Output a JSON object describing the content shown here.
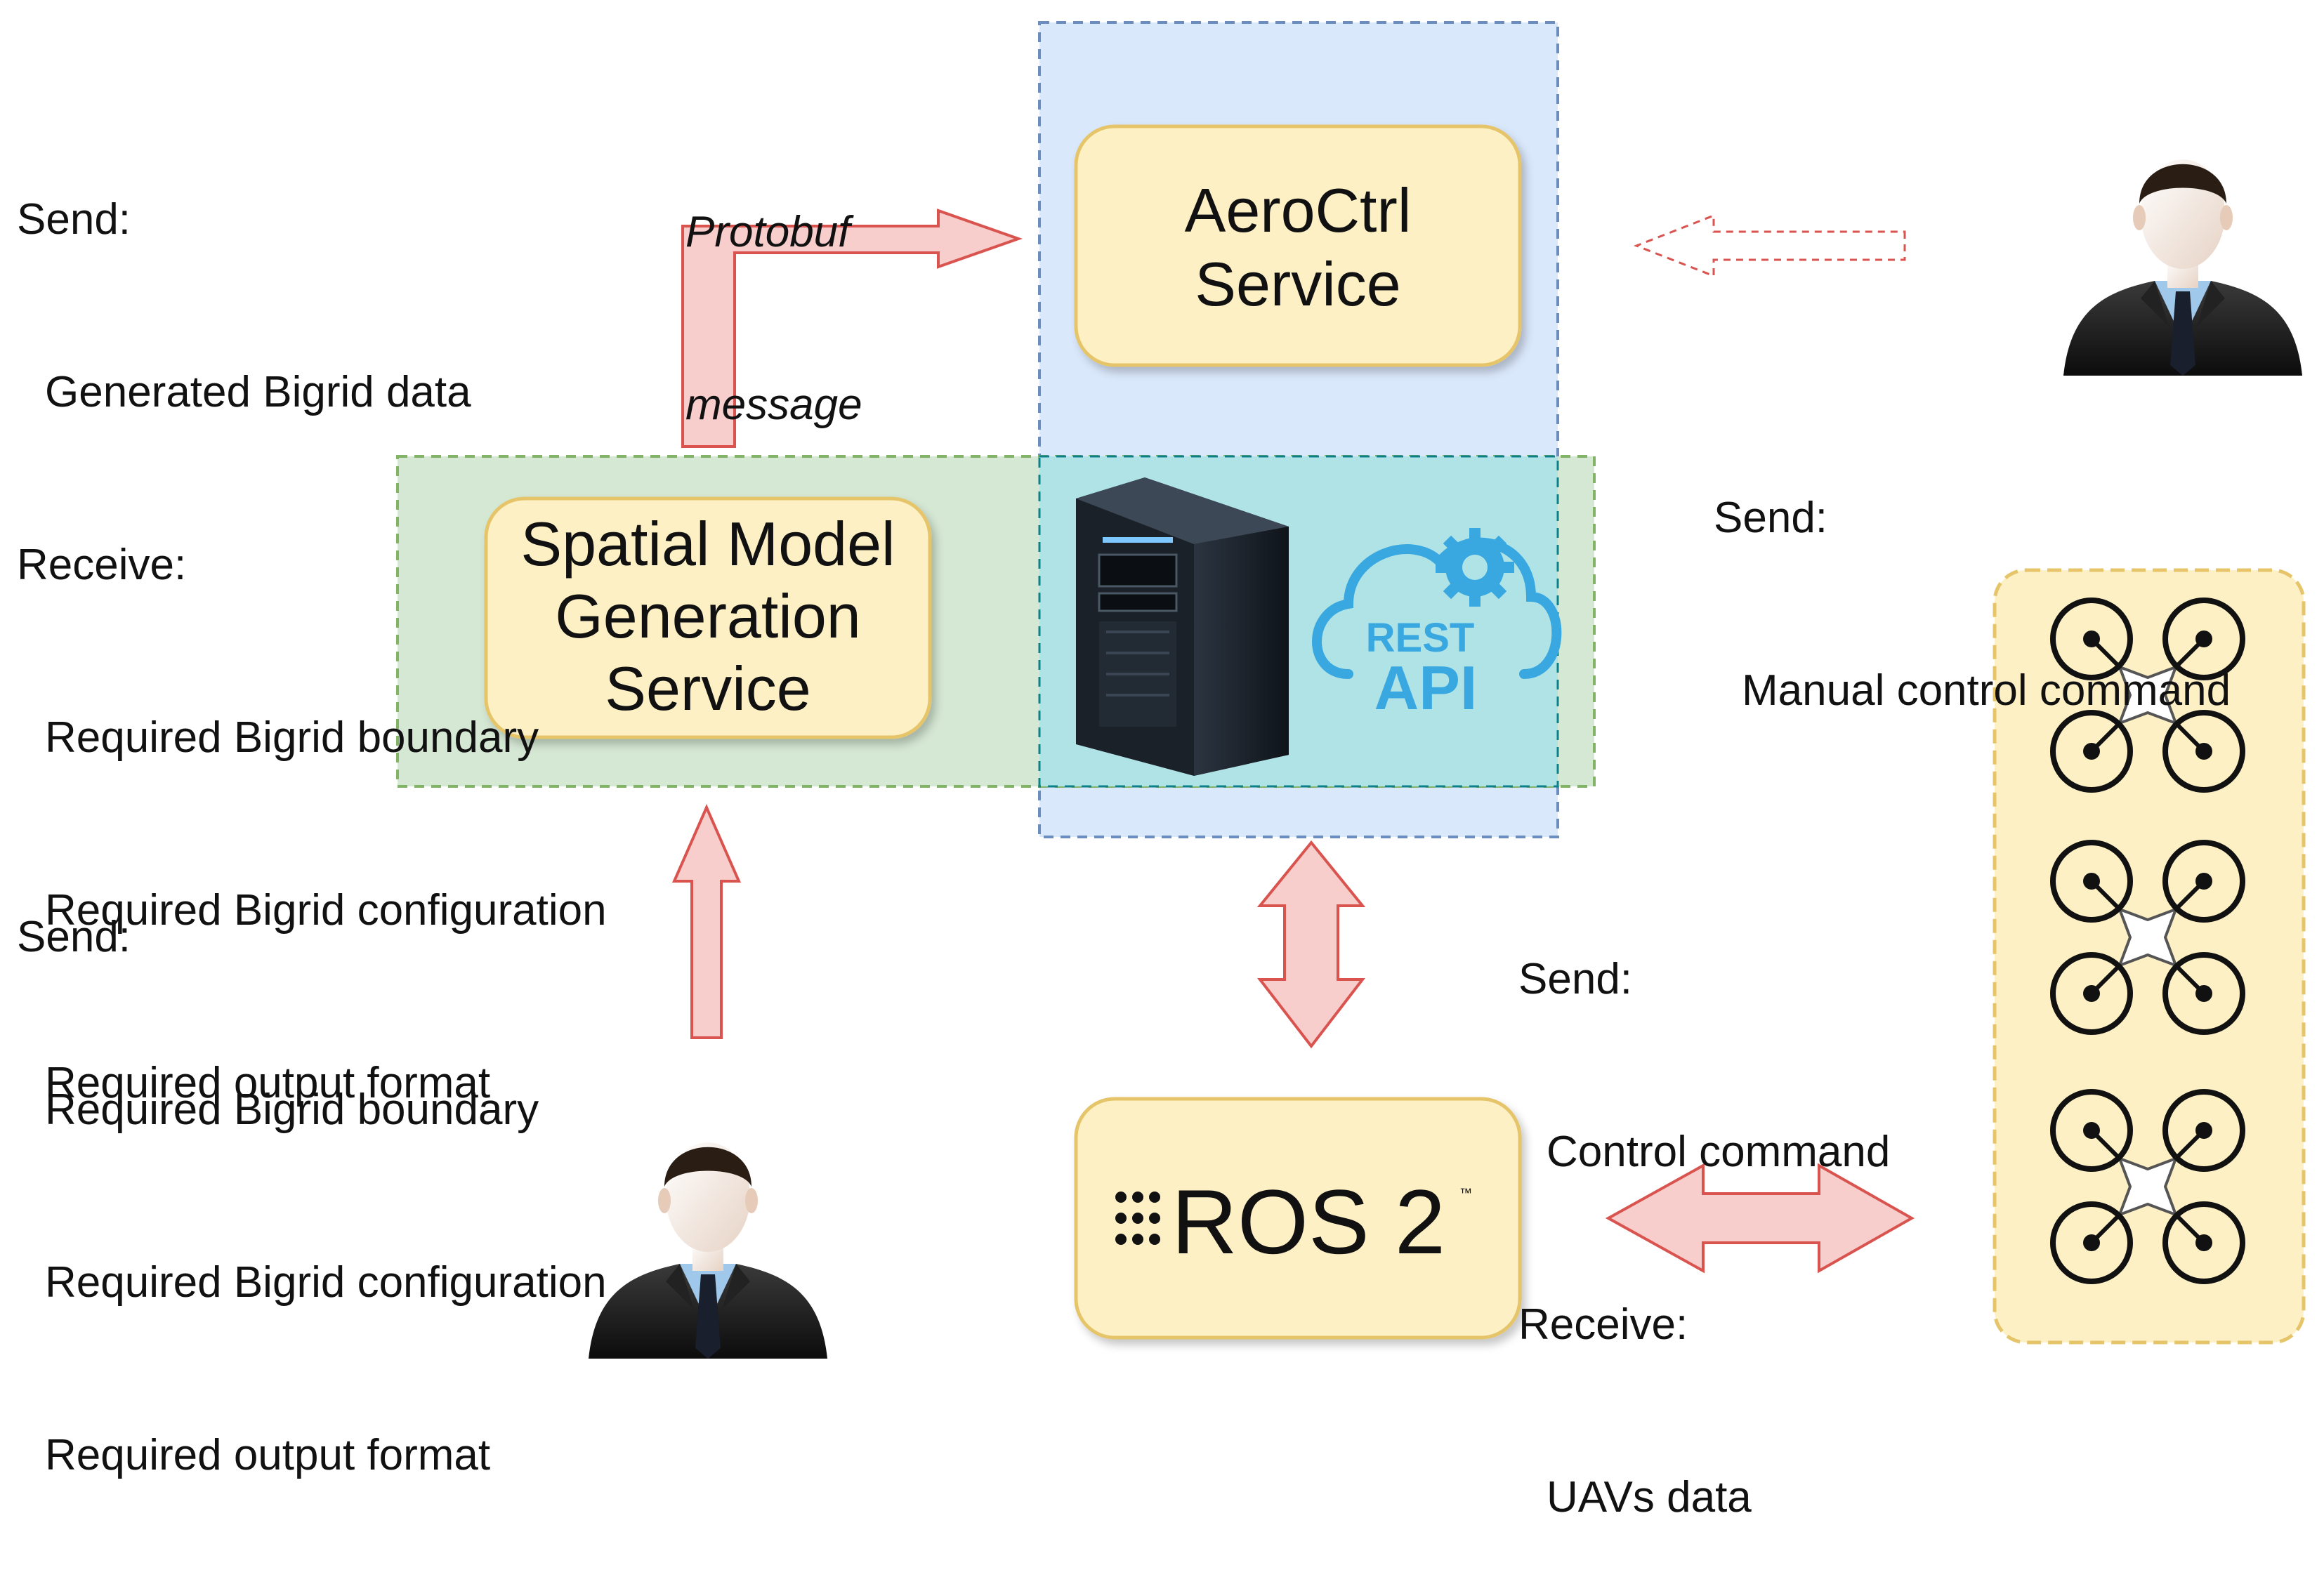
{
  "services": {
    "aeroctrl": {
      "line1": "AeroCtrl",
      "line2": "Service"
    },
    "spatial": {
      "line1": "Spatial Model",
      "line2": "Generation",
      "line3": "Service"
    },
    "ros": {
      "label": "ROS 2",
      "trademark": "™"
    },
    "rest_api": {
      "line1": "REST",
      "line2": "API"
    }
  },
  "protobuf": {
    "line1": "Protobuf",
    "line2": "message"
  },
  "spatial_io": {
    "send_title": "Send:",
    "send_item": "Generated Bigrid data",
    "receive_title": "Receive:",
    "receive_items": [
      "Required Bigrid boundary",
      "Required Bigrid configuration",
      "Required output format"
    ]
  },
  "user_to_spatial": {
    "send_title": "Send:",
    "items": [
      "Required Bigrid boundary",
      "Required Bigrid configuration",
      "Required output format"
    ]
  },
  "manual_user": {
    "send_title": "Send:",
    "item": "Manual control command"
  },
  "ros_io": {
    "send_title": "Send:",
    "send_item": "Control command",
    "receive_title": "Receive:",
    "receive_item": "UAVs data"
  },
  "icons": [
    "user-avatar-icon",
    "server-tower-icon",
    "rest-api-cloud-icon",
    "gear-icon",
    "ros2-logo-icon",
    "drone-icon"
  ],
  "colors": {
    "service_fill": "#fdf0c4",
    "service_stroke": "#e6c56a",
    "blue_region": "#dae8fc",
    "green_region": "#d5e8d4",
    "overlap_region": "#b0e3e6",
    "arrow_fill": "#f8cecc",
    "arrow_stroke": "#d9534f"
  }
}
